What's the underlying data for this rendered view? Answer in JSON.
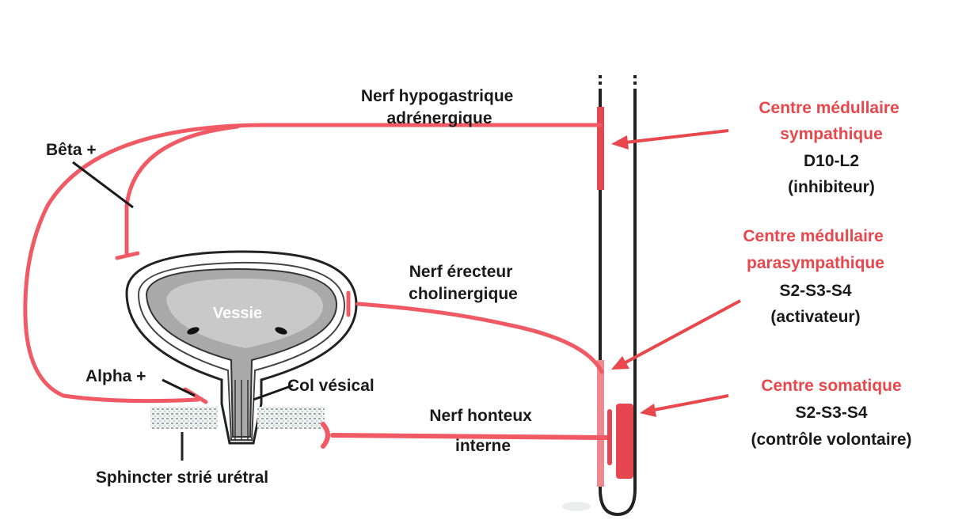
{
  "colors": {
    "nerve": "#f05a64",
    "text_dark": "#1a1a1a",
    "text_red": "#e8474c",
    "bladder_fill": "#a9a9a9",
    "bladder_inner": "#c9c9c9",
    "spinal_segment": "#e64650"
  },
  "labels": {
    "hypogastrique": [
      "Nerf hypogastrique",
      "adrénergique"
    ],
    "beta": "Bêta +",
    "vessie": "Vessie",
    "erecteur": [
      "Nerf érecteur",
      "cholinergique"
    ],
    "alpha": "Alpha +",
    "col": "Col vésical",
    "honteux": [
      "Nerf honteux",
      "interne"
    ],
    "sphincter": "Sphincter strié urétral"
  },
  "centres": {
    "sympathique": {
      "title": [
        "Centre médullaire",
        "sympathique"
      ],
      "level": "D10-L2",
      "role": "(inhibiteur)"
    },
    "parasympathique": {
      "title": [
        "Centre médullaire",
        "parasympathique"
      ],
      "level": "S2-S3-S4",
      "role": "(activateur)"
    },
    "somatique": {
      "title": [
        "Centre somatique"
      ],
      "level": "S2-S3-S4",
      "role": "(contrôle volontaire)"
    }
  }
}
